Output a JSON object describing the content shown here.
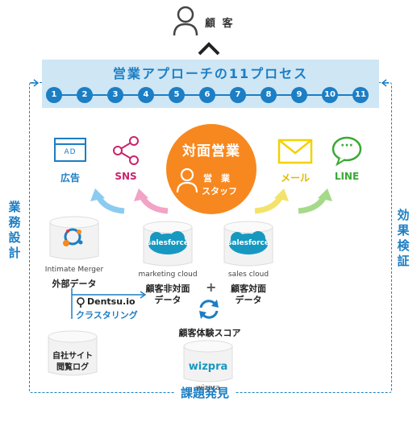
{
  "customer": {
    "label": "顧 客"
  },
  "process": {
    "title": "営業アプローチの11プロセス",
    "steps": [
      "1",
      "2",
      "3",
      "4",
      "5",
      "6",
      "7",
      "8",
      "9",
      "10",
      "11"
    ]
  },
  "loop": {
    "left_label": "業務設計",
    "right_label": "効果検証",
    "bottom_label": "課題発見"
  },
  "channels": {
    "ad": {
      "icon_text": "AD",
      "label": "広告"
    },
    "sns": {
      "label": "SNS"
    },
    "mail": {
      "label": "メール"
    },
    "line": {
      "icon_text": "···",
      "label": "LINE"
    }
  },
  "center": {
    "title": "対面営業",
    "staff_line1": "営　業",
    "staff_line2": "スタッフ"
  },
  "sources": {
    "intimate": {
      "caption": "Intimate Merger",
      "label": "外部データ"
    },
    "mc": {
      "logo": "salesforce",
      "caption": "marketing cloud",
      "label1": "顧客非対面",
      "label2": "データ"
    },
    "plus": "+",
    "sc": {
      "logo": "salesforce",
      "caption": "sales cloud",
      "label1": "顧客対面",
      "label2": "データ"
    },
    "dentsu": {
      "logo": "Dentsu.io",
      "label": "クラスタリング"
    },
    "score": {
      "label": "顧客体験スコア"
    },
    "site": {
      "label1": "自社サイト",
      "label2": "閲覧ログ"
    },
    "wizpra": {
      "logo": "wizpra",
      "caption": "wizpra"
    }
  },
  "colors": {
    "primary": "#1c7ec4",
    "orange": "#f7881f",
    "magenta": "#c8246d",
    "yellow": "#f2d200",
    "green": "#3aa935",
    "salesforce": "#1798c1"
  }
}
